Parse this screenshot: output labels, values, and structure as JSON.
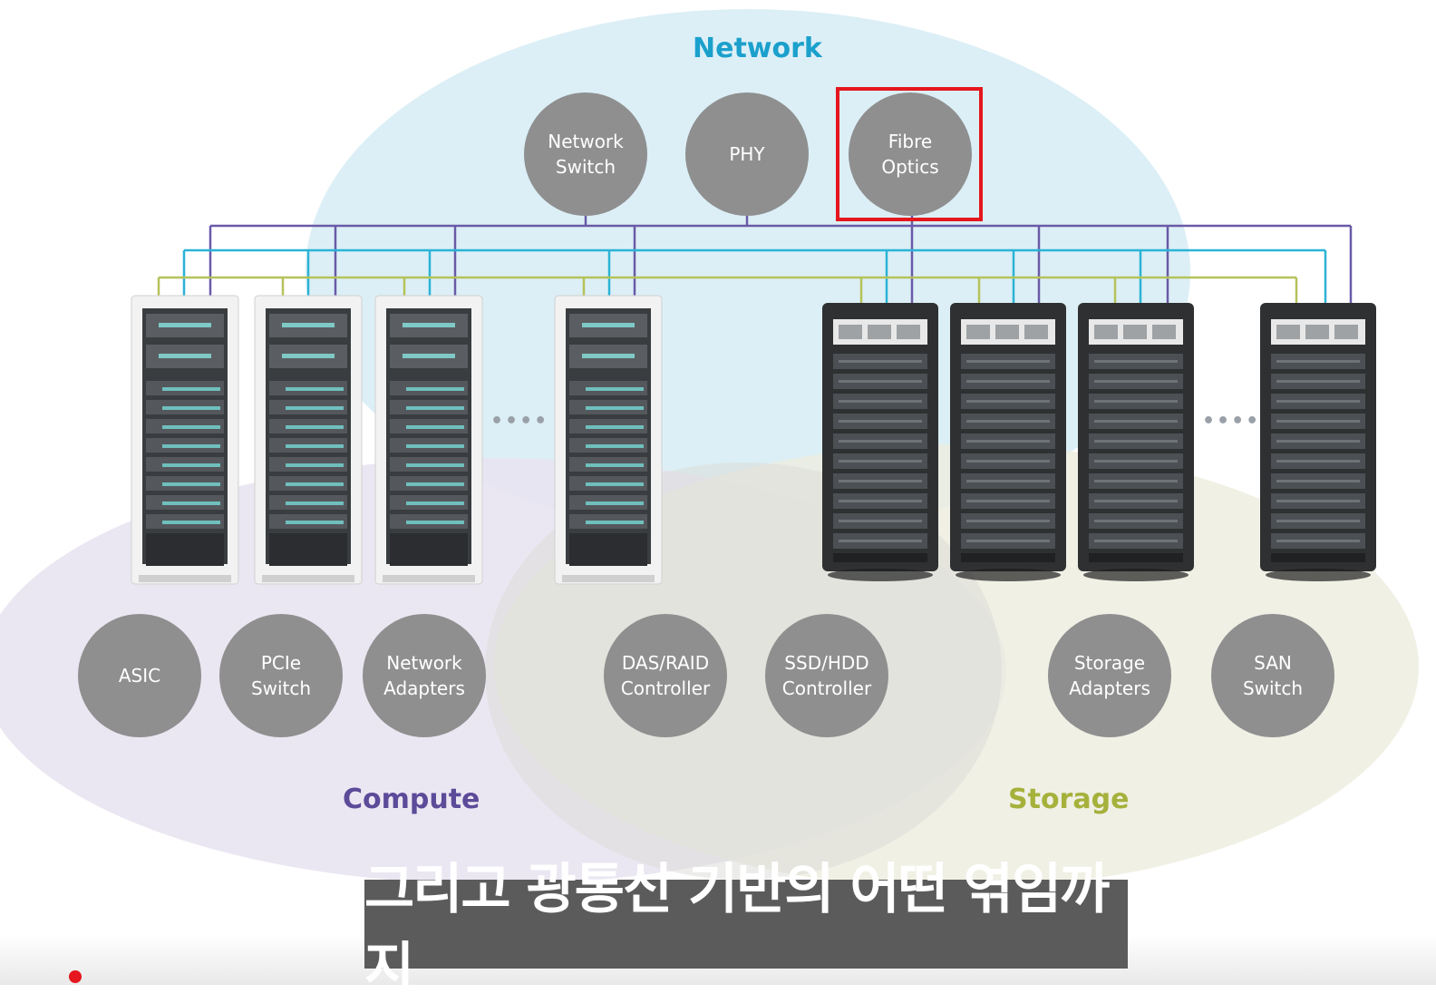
{
  "regions": {
    "network": {
      "label": "Network",
      "color": "#1ba0cc"
    },
    "compute": {
      "label": "Compute",
      "color": "#5b4b99"
    },
    "storage": {
      "label": "Storage",
      "color": "#a5b13b"
    }
  },
  "network_nodes": [
    {
      "label": "Network\nSwitch"
    },
    {
      "label": "PHY"
    },
    {
      "label": "Fibre\nOptics",
      "highlighted": true
    }
  ],
  "compute_nodes": [
    {
      "label": "ASIC"
    },
    {
      "label": "PCIe\nSwitch"
    },
    {
      "label": "Network\nAdapters"
    }
  ],
  "shared_nodes": [
    {
      "label": "DAS/RAID\nController"
    },
    {
      "label": "SSD/HDD\nController"
    }
  ],
  "storage_nodes": [
    {
      "label": "Storage\nAdapters"
    },
    {
      "label": "SAN\nSwitch"
    }
  ],
  "ellipsis": "••••",
  "subtitle": "그리고 광통신 기반의 어떤 엮임까지",
  "colors": {
    "node_fill": "#8f8f90",
    "highlight_border": "#e5161d",
    "bus_purple": "#6a5aa8",
    "bus_cyan": "#2bb3d6",
    "bus_olive": "#b6c25a"
  }
}
